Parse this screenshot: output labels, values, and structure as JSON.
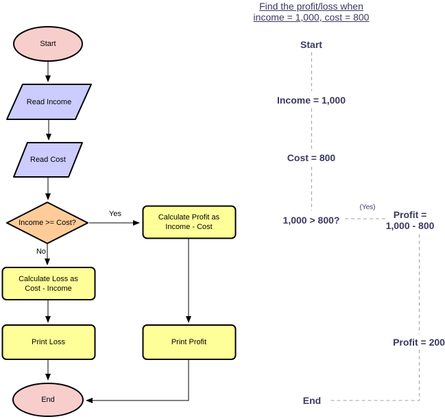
{
  "flowchart": {
    "start_label": "Start",
    "read_income_label": "Read Income",
    "read_cost_label": "Read Cost",
    "decision_label": "Income >= Cost?",
    "yes_branch_label": "Yes",
    "no_branch_label": "No",
    "calc_profit_line1": "Calculate Profit as",
    "calc_profit_line2": "Income - Cost",
    "calc_loss_line1": "Calculate Loss as",
    "calc_loss_line2": "Cost - Income",
    "print_loss_label": "Print Loss",
    "print_profit_label": "Print Profit",
    "end_label": "End"
  },
  "annotation": {
    "title_line1": "Find the profit/loss when",
    "title_line2": "income = 1,000, cost = 800",
    "start": "Start",
    "income": "Income = 1,000",
    "cost": "Cost = 800",
    "condition": "1,000 > 800?",
    "yes_note": "(Yes)",
    "profit_formula_line1": "Profit =",
    "profit_formula_line2": "1,000 - 800",
    "profit_result": "Profit = 200",
    "end": "End"
  },
  "colors": {
    "terminal_fill": "#f8cecc",
    "io_fill": "#ccccff",
    "decision_fill": "#ffcc99",
    "process_fill": "#ffff99",
    "shape_border": "#000000",
    "arrow_color": "#000000",
    "annotation_text": "#3a3860",
    "dashed_line": "#a0a0a0"
  }
}
